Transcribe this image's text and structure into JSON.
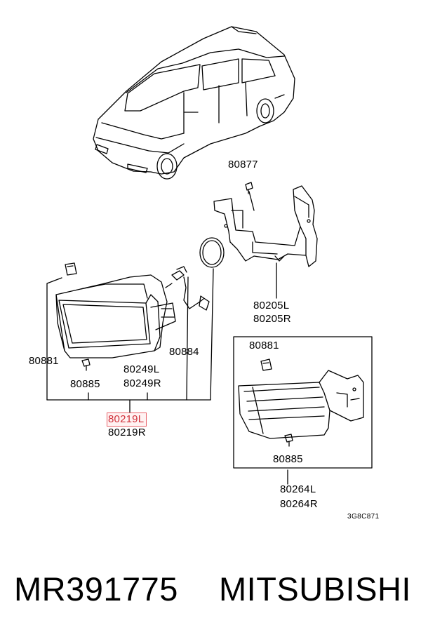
{
  "labels": {
    "bolt_top": "80877",
    "bracket_l": "80205L",
    "bracket_r": "80205R",
    "clip_left": "80881",
    "socket": "80884",
    "screw_left": "80885",
    "bulb_l": "80249L",
    "bulb_r": "80249R",
    "fog_l": "80219L",
    "fog_r": "80219R",
    "clip_box": "80881",
    "screw_box": "80885",
    "cover_l": "80264L",
    "cover_r": "80264R",
    "diagram_code": "3G8C871"
  },
  "footer": {
    "part_number": "MR391775",
    "brand": "MITSUBISHI"
  },
  "colors": {
    "highlight_border": "#e8636b",
    "highlight_text": "#d0303a"
  }
}
